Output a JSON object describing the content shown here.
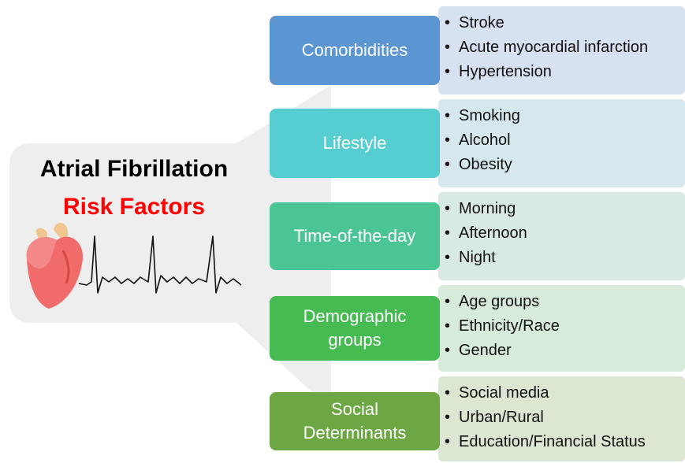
{
  "title": {
    "line1": "Atrial Fibrillation",
    "line2": "Risk Factors"
  },
  "icons": [
    "heart-icon",
    "ecg-waveform-icon"
  ],
  "categories": [
    {
      "label": "Comorbidities",
      "color": "#5b96d3",
      "panel_color": "#d7e1f0",
      "items": [
        "Stroke",
        "Acute myocardial infarction",
        "Hypertension"
      ]
    },
    {
      "label": "Lifestyle",
      "color": "#56cdd0",
      "panel_color": "#d6e8ee",
      "items": [
        "Smoking",
        "Alcohol",
        "Obesity"
      ]
    },
    {
      "label": "Time-of-the-day",
      "color": "#4cc595",
      "panel_color": "#d8eae1",
      "items": [
        "Morning",
        "Afternoon",
        "Night"
      ]
    },
    {
      "label": "Demographic groups",
      "color": "#45bb52",
      "panel_color": "#d8ebda",
      "items": [
        "Age groups",
        "Ethnicity/Race",
        "Gender"
      ]
    },
    {
      "label": "Social Determinants",
      "color": "#6ca744",
      "panel_color": "#dbe7d2",
      "items": [
        "Social media",
        "Urban/Rural",
        "Education/Financial Status"
      ]
    }
  ]
}
